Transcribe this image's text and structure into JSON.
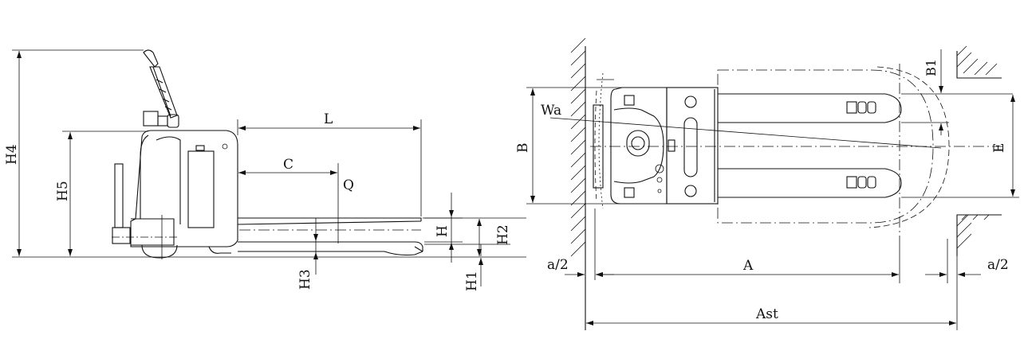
{
  "side_view": {
    "labels": {
      "H4": "H4",
      "H5": "H5",
      "L": "L",
      "C": "C",
      "Q": "Q",
      "H": "H",
      "H2": "H2",
      "H3": "H3",
      "H1": "H1"
    }
  },
  "top_view": {
    "labels": {
      "Wa": "Wa",
      "B": "B",
      "B1": "B1",
      "E": "E",
      "a_half_left": "a/2",
      "A": "A",
      "a_half_right": "a/2",
      "Ast": "Ast"
    }
  }
}
